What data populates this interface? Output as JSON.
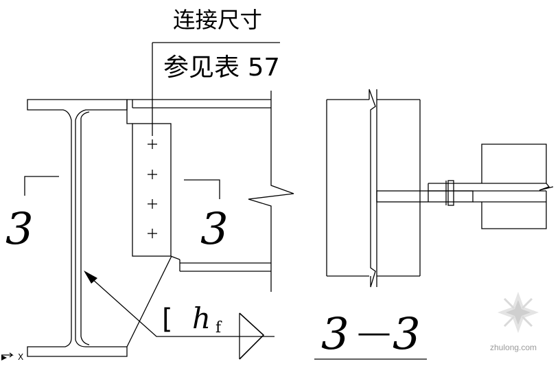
{
  "note": {
    "line1": "连接尺寸",
    "line2": "参见表 57"
  },
  "section_marks": {
    "left": "3",
    "middle": "3",
    "title_left": "3",
    "title_dash": "—",
    "title_right": "3"
  },
  "weld": {
    "symbol_bracket": "[",
    "leg": "h",
    "leg_subscript": "f"
  },
  "ucs": {
    "axis_label": "X"
  },
  "watermark": {
    "text": "zhulong.com"
  },
  "colors": {
    "line": "#000000",
    "watermark": "#9a9a9a",
    "background": "#ffffff"
  }
}
